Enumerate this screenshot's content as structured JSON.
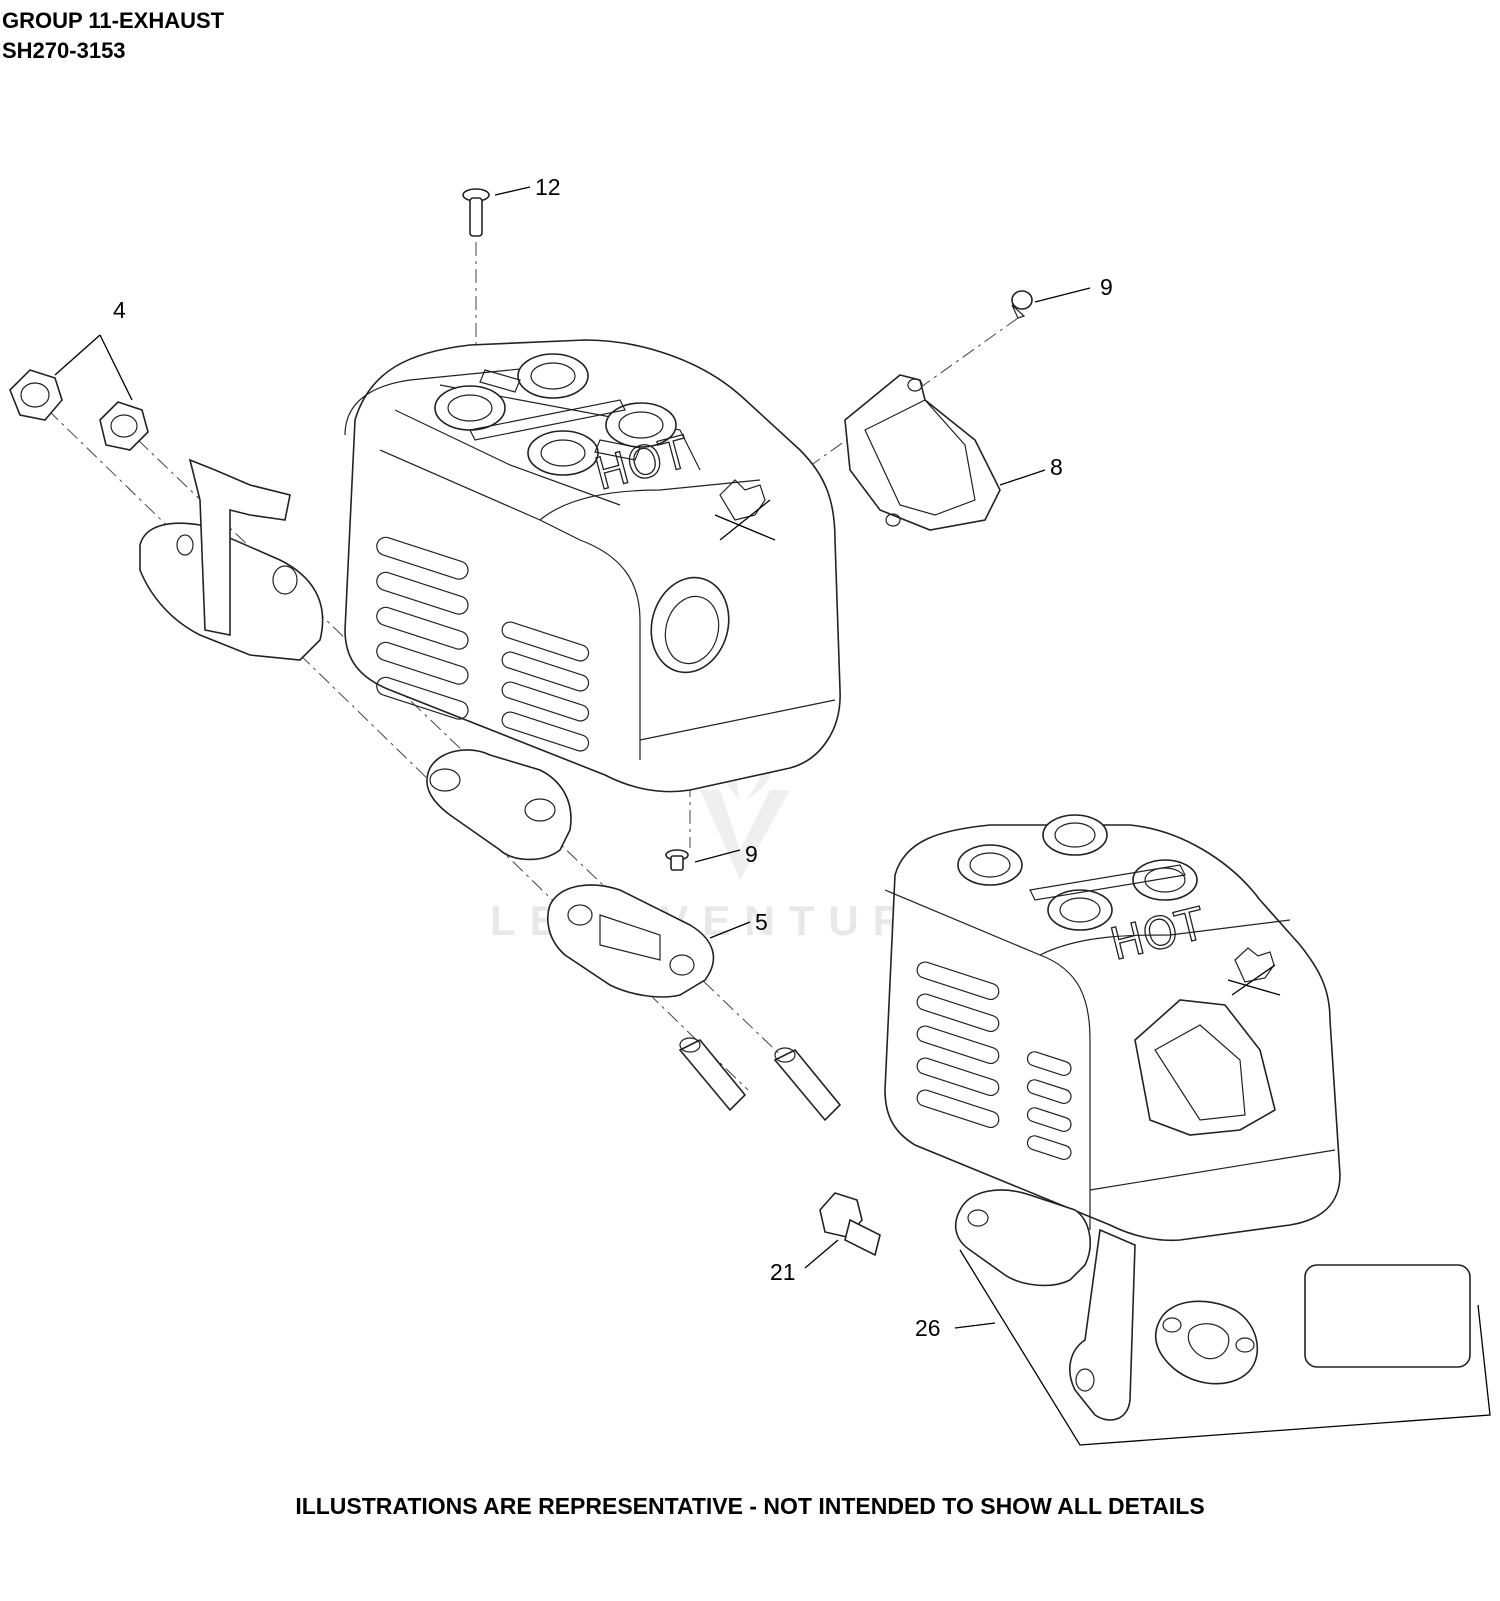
{
  "header": {
    "group": "GROUP 11-EXHAUST",
    "model": "SH270-3153"
  },
  "footer": {
    "note": "ILLUSTRATIONS ARE REPRESENTATIVE - NOT INTENDED TO SHOW ALL DETAILS"
  },
  "watermark": "LEADVENTURE",
  "labels": {
    "hot": "HOT"
  },
  "callouts": [
    {
      "id": "12",
      "label": "12"
    },
    {
      "id": "9a",
      "label": "9"
    },
    {
      "id": "4",
      "label": "4"
    },
    {
      "id": "8",
      "label": "8"
    },
    {
      "id": "9b",
      "label": "9"
    },
    {
      "id": "5",
      "label": "5"
    },
    {
      "id": "21",
      "label": "21"
    },
    {
      "id": "26",
      "label": "26"
    }
  ]
}
